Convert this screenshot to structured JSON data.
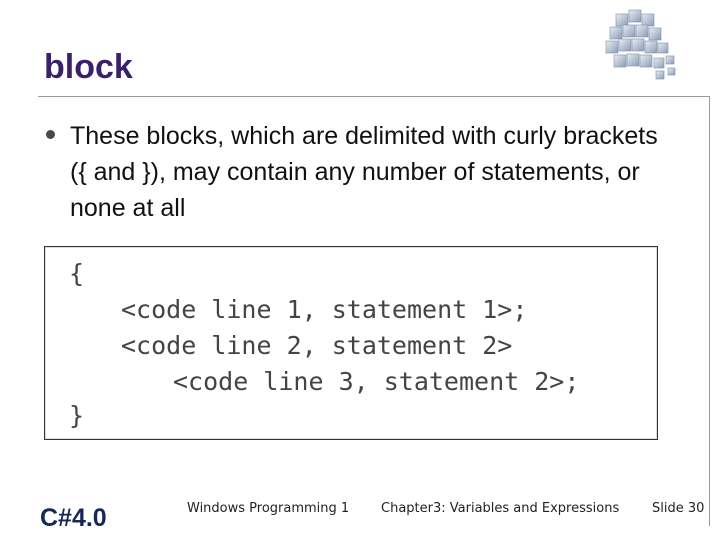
{
  "slide": {
    "title": "block",
    "bullets": [
      "These blocks, which are delimited with curly brackets ({ and }), may contain any number of statements, or none at all"
    ],
    "code_lines": [
      "{",
      "<code line 1, statement 1>;",
      "<code line 2, statement 2>",
      "<code line 3, statement 2>;",
      "}"
    ]
  },
  "footer": {
    "logo": "C#4.0",
    "course": "Windows Programming 1",
    "chapter": "Chapter3: Variables and Expressions",
    "slide_number": "Slide 30"
  },
  "colors": {
    "title": "#3b1f6b",
    "logo": "#14285a",
    "code_text": "#444444",
    "rule": "#9a9a9a"
  },
  "icons": {
    "header_logo": "cube-stack-icon",
    "bullet": "bullet-dot-icon"
  }
}
